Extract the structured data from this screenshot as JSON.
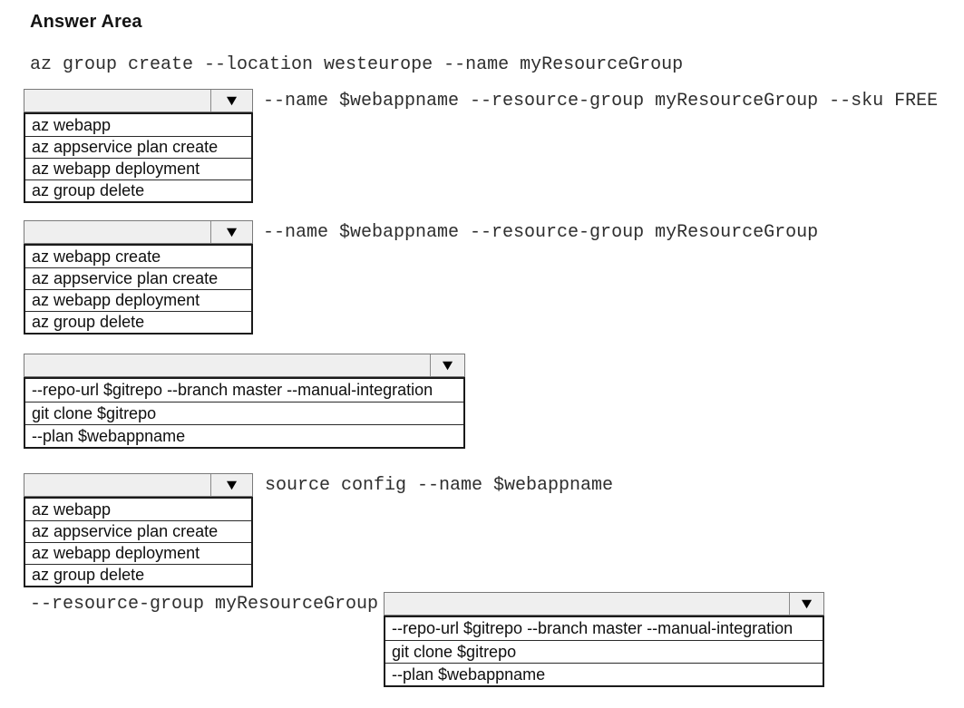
{
  "title": "Answer Area",
  "command_lines": {
    "intro": "az group create --location westeurope --name myResourceGroup",
    "after_dropdown_1": "--name $webappname --resource-group myResourceGroup --sku FREE",
    "after_dropdown_2": "--name $webappname --resource-group myResourceGroup",
    "after_dropdown_4": "source config --name $webappname",
    "before_dropdown_5": "--resource-group myResourceGroup"
  },
  "icons": {
    "dropdown_arrow": "▼"
  },
  "colors": {
    "select_background": "#efefef",
    "select_border": "#7a7a7a",
    "list_border": "#1a1a1a",
    "option_text": "#0f0f0f",
    "code_text": "#2e2e2e"
  },
  "dropdowns": [
    {
      "name": "dropdown-1",
      "selected_value": "",
      "options": [
        "az webapp",
        "az appservice plan create",
        "az webapp deployment",
        "az group delete"
      ]
    },
    {
      "name": "dropdown-2",
      "selected_value": "",
      "options": [
        "az webapp create",
        "az appservice plan create",
        "az webapp deployment",
        "az group delete"
      ]
    },
    {
      "name": "dropdown-3",
      "selected_value": "",
      "options": [
        "--repo-url $gitrepo --branch master --manual-integration",
        "git clone $gitrepo",
        "--plan $webappname"
      ]
    },
    {
      "name": "dropdown-4",
      "selected_value": "",
      "options": [
        "az webapp",
        "az appservice plan create",
        "az webapp deployment",
        "az group delete"
      ]
    },
    {
      "name": "dropdown-5",
      "selected_value": "",
      "options": [
        "--repo-url $gitrepo --branch master --manual-integration",
        "git clone $gitrepo",
        "--plan $webappname"
      ]
    }
  ]
}
